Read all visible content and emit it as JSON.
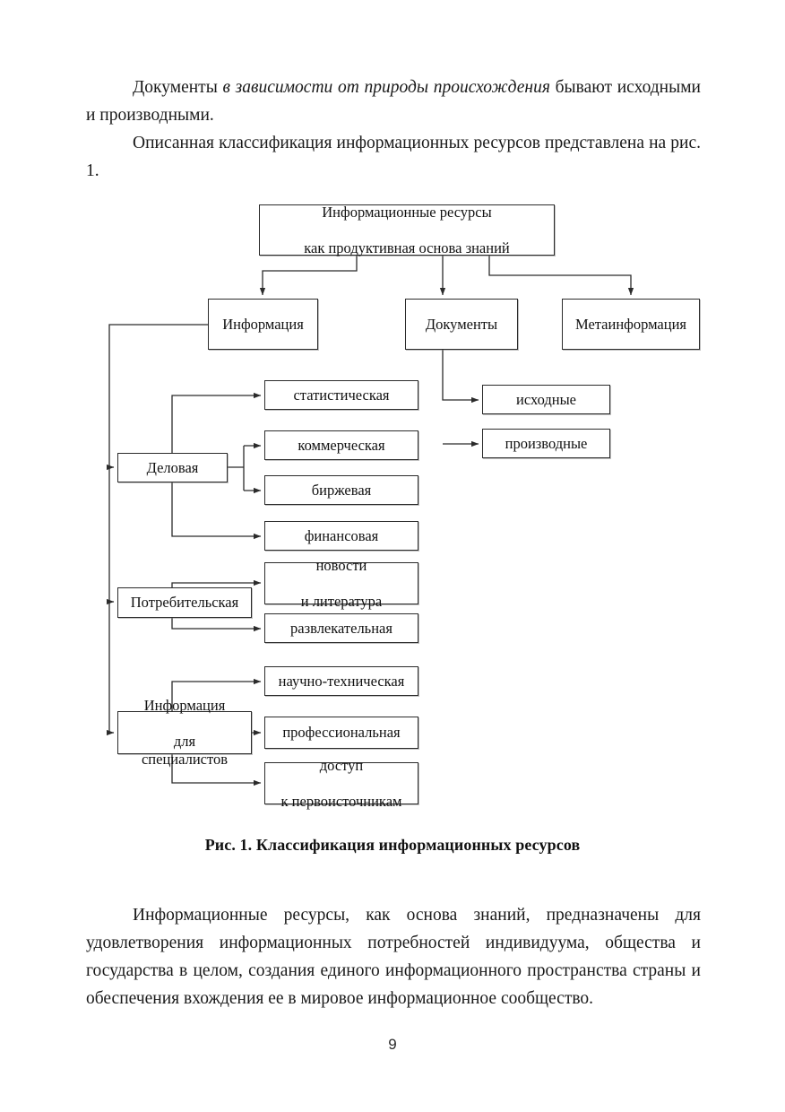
{
  "document": {
    "page_number": "9",
    "paragraph_top_part1": "Документы ",
    "paragraph_top_italic": "в зависимости от природы происхождения",
    "paragraph_top_part2": " бывают исходными и производными.",
    "paragraph_second": "Описанная классификация информационных ресурсов представлена на рис. 1.",
    "figure_caption": "Рис. 1. Классификация информационных ресурсов",
    "paragraph_bottom": "Информационные ресурсы, как основа знаний, предназначены для удовлетворения информационных потребностей индивидуума, общества и государства в целом, создания единого информационного пространства страны и обеспечения вхождения ее в мировое информационное сообщество."
  },
  "diagram": {
    "type": "tree",
    "title": "Классификация информационных ресурсов",
    "line_color": "#2b2b2b",
    "box_fill": "#ffffff",
    "nodes": {
      "root": "Информационные ресурсы\nкак продуктивная основа знаний",
      "root_line1": "Информационные ресурсы",
      "root_line2": "как продуктивная основа знаний",
      "informatsiya": "Информация",
      "dokumenty": "Документы",
      "metainformatsiya": "Метаинформация",
      "iskhodnye": "исходные",
      "proizvodnye": "производные",
      "delovaya": "Деловая",
      "statisticheskaya": "статистическая",
      "kommercheskaya": "коммерческая",
      "birzhevaya": "биржевая",
      "finansovaya": "финансовая",
      "potrebitelskaya": "Потребительская",
      "novosti_line1": "новости",
      "novosti_line2": "и литература",
      "razvlekatelnaya": "развлекательная",
      "spetsialisty_line1": "Информация",
      "spetsialisty_line2": "для специалистов",
      "nauchno_tehnicheskaya": "научно-техническая",
      "professionalnaya": "профессиональная",
      "dostup_line1": "доступ",
      "dostup_line2": "к первоисточникам"
    }
  }
}
